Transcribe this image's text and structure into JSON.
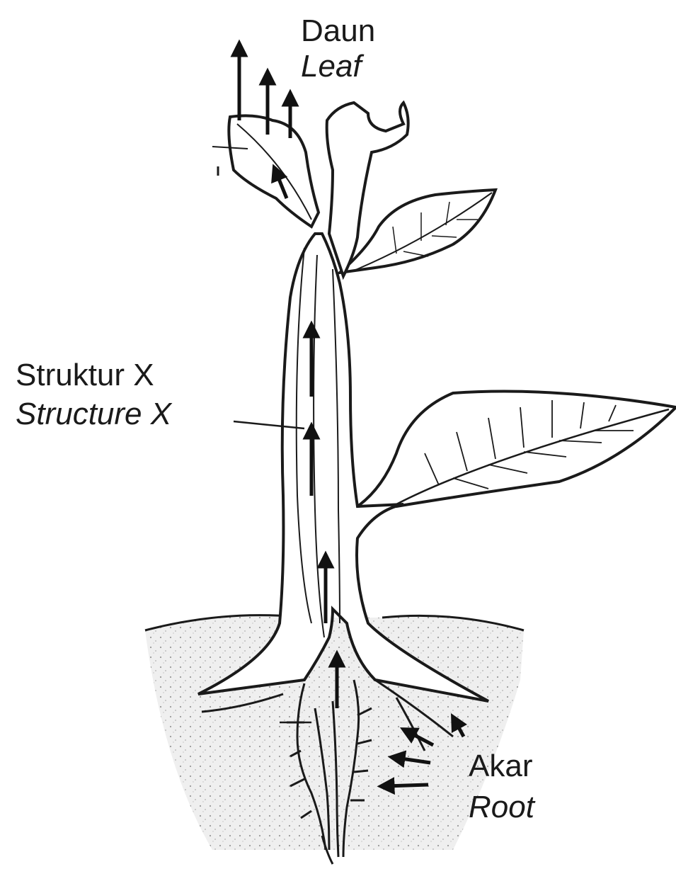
{
  "labels": {
    "leaf_ms": "Daun",
    "leaf_en": "Leaf",
    "structure_ms": "Struktur X",
    "structure_en": "Structure X",
    "root_ms": "Akar",
    "root_en": "Root"
  },
  "colors": {
    "ink": "#1a1a1a",
    "soil": "#e9e9e9",
    "plant_fill": "#ffffff"
  }
}
